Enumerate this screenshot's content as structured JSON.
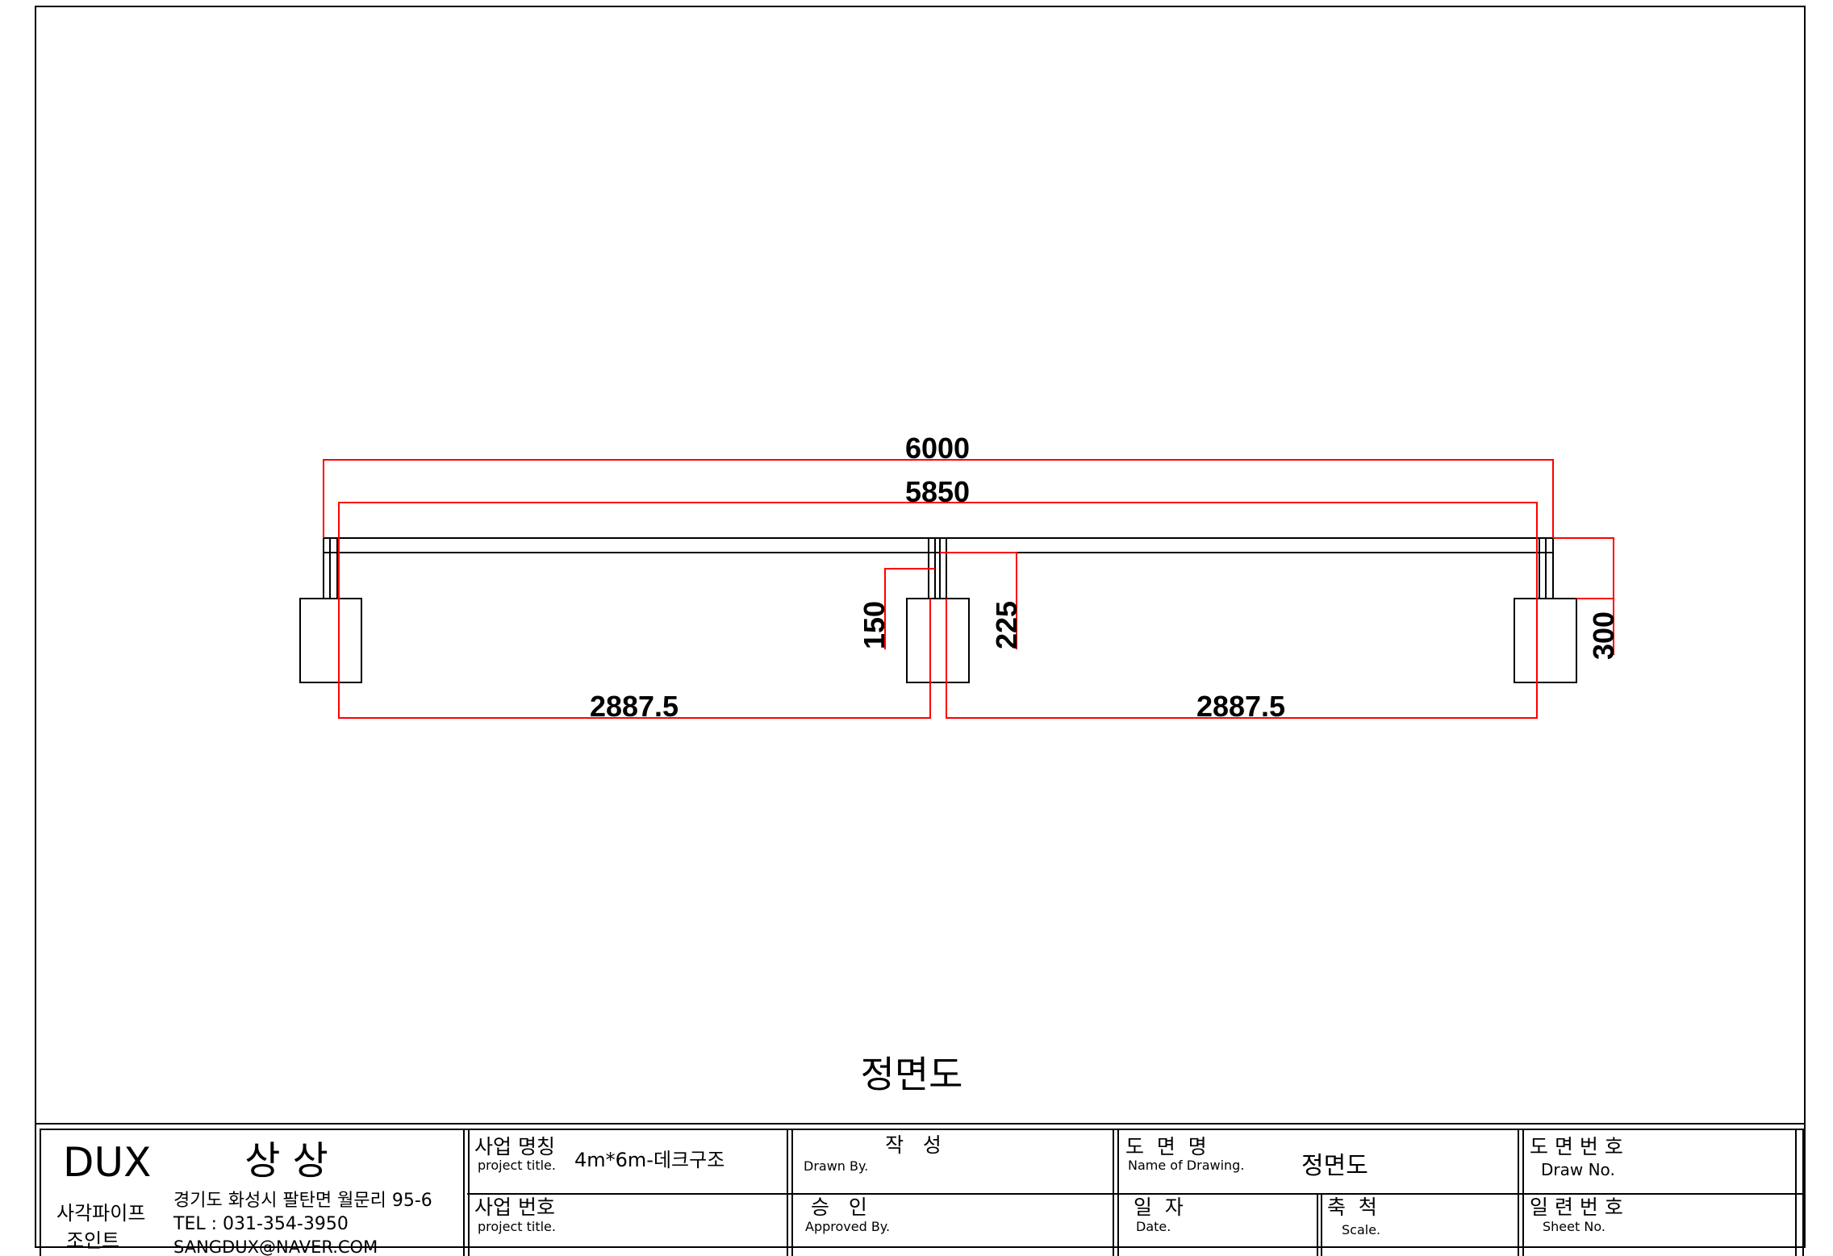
{
  "drawing": {
    "title": "정면도",
    "dimensions": {
      "overall_length": "6000",
      "inner_length": "5850",
      "left_span": "2887.5",
      "right_span": "2887.5",
      "dim_150": "150",
      "dim_225": "225",
      "dim_300": "300"
    },
    "line_colors": {
      "geometry": "#000000",
      "dimension": "#ff0000"
    }
  },
  "title_block": {
    "company": {
      "logo": "DUX",
      "name": "상 상",
      "product_line1": "사각파이프",
      "product_line2": "조인트",
      "address": "경기도 화성시 팔탄면 월문리 95-6",
      "tel": "TEL : 031-354-3950",
      "email": "SANGDUX@NAVER.COM"
    },
    "project_name_label": "사업 명칭",
    "project_name_sub": "project title.",
    "project_name_value": "4m*6m-데크구조",
    "project_no_label": "사업 번호",
    "project_no_sub": "project title.",
    "drawn_label": "작   성",
    "drawn_sub": "Drawn By.",
    "approved_label": "승   인",
    "approved_sub": "Approved By.",
    "drawing_name_label": "도  면  명",
    "drawing_name_sub": "Name of Drawing.",
    "drawing_name_value": "정면도",
    "date_label": "일  자",
    "date_sub": "Date.",
    "scale_label": "축  척",
    "scale_sub": "Scale.",
    "draw_no_label": "도 면 번 호",
    "draw_no_sub": "Draw No.",
    "sheet_no_label": "일 련 번 호",
    "sheet_no_sub": "Sheet No."
  }
}
